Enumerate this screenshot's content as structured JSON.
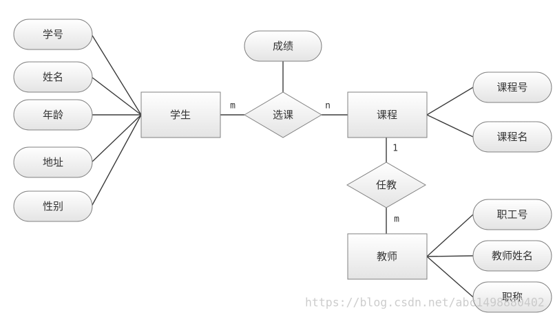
{
  "entities": {
    "student": "学生",
    "course": "课程",
    "teacher": "教师"
  },
  "relationships": {
    "enroll": "选课",
    "teach": "任教"
  },
  "attributes": {
    "student": [
      "学号",
      "姓名",
      "年龄",
      "地址",
      "性别"
    ],
    "enroll": [
      "成绩"
    ],
    "course": [
      "课程号",
      "课程名"
    ],
    "teacher": [
      "职工号",
      "教师姓名",
      "职称"
    ]
  },
  "cardinalities": {
    "student_enroll": "m",
    "enroll_course": "n",
    "course_teach": "1",
    "teach_teacher": "m"
  },
  "watermark": "https://blog.csdn.net/abc1498880402"
}
